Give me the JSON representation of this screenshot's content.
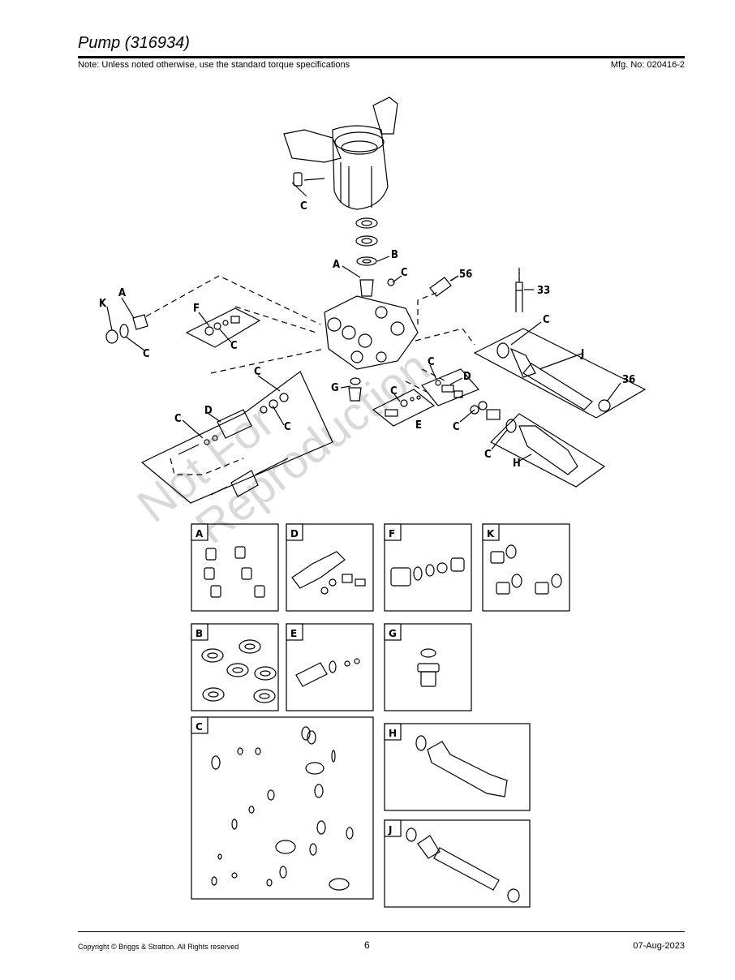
{
  "header": {
    "title": "Pump (316934)",
    "note": "Note: Unless noted otherwise, use the standard torque specifications",
    "mfg": "Mfg. No: 020416-2"
  },
  "footer": {
    "copyright": "Copyright ©  Briggs & Stratton. All Rights reserved",
    "page": "6",
    "date": "07-Aug-2023"
  },
  "watermark": {
    "line1": "Not For",
    "line2": "Reproduction"
  },
  "callouts": {
    "A": "A",
    "B": "B",
    "C": "C",
    "D": "D",
    "E": "E",
    "F": "F",
    "G": "G",
    "H": "H",
    "J": "J",
    "K": "K",
    "p56": "56",
    "p33": "33",
    "p36": "36"
  },
  "kits": [
    "A",
    "D",
    "F",
    "K",
    "B",
    "E",
    "G",
    "C",
    "H",
    "J"
  ]
}
